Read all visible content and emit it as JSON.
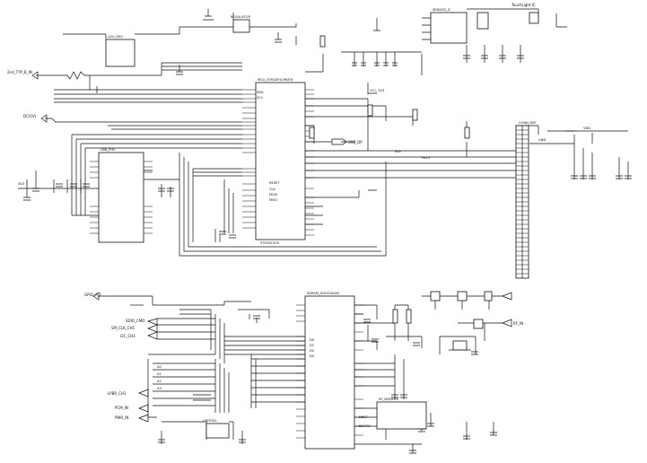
{
  "header": {
    "label_a": "TouchLight IC",
    "label_b": "STM32F429"
  },
  "ports": {
    "p1": "2nd_TYP_B_IN",
    "p2": "DC(5V)",
    "p3": "USB_DP",
    "p4": "GPIO_A_1",
    "p5": "SDIO_CMD",
    "p6": "SPI_CLK_CH1",
    "p7": "I2C_CH1",
    "p8": "LPBR_CH1",
    "p9": "PCM_IN",
    "p10": "PWR_IN",
    "p11": "RF_IN",
    "p12": "3V3"
  },
  "ics": {
    "u_top_ldo": "LDO_REG",
    "u_top_mid": "REGULATOR",
    "u_top_right": "SENSOR_IC",
    "u_mcu": "MCU_STM32F429BIT6",
    "u_left": "USB_PHY",
    "u_connector": "CONN_60P",
    "u_bottom_mid": "SDRAM_IS42S16400",
    "u_bottom_right": "RF_MODULE",
    "u_bottom_small": "CRYSTAL"
  },
  "net_labels": [
    "SDA",
    "SCL",
    "VCC_3V3",
    "GND",
    "VDD",
    "RESET",
    "CLK",
    "MOSI",
    "MISO",
    "D0",
    "D1",
    "D2",
    "D3",
    "A0",
    "A1",
    "A2",
    "A3",
    "NRST",
    "BOOT0",
    "PA9",
    "PA10"
  ]
}
